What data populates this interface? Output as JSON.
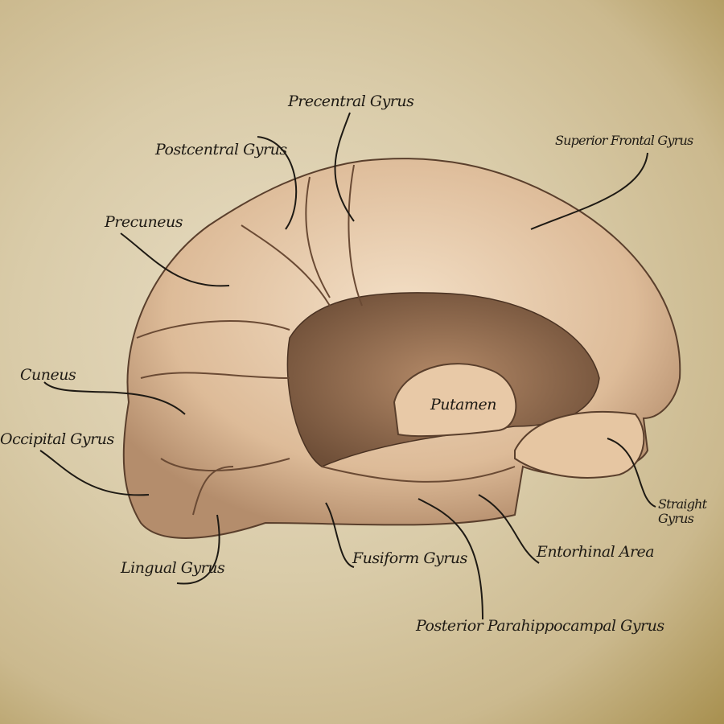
{
  "labels": {
    "precentral": "Precentral Gyrus",
    "postcentral": "Postcentral Gyrus",
    "superior_frontal": "Superior Frontal Gyrus",
    "precuneus": "Precuneus",
    "cuneus": "Cuneus",
    "occipital": "Occipital Gyrus",
    "putamen": "Putamen",
    "straight": "Straight Gyrus",
    "entorhinal": "Entorhinal Area",
    "fusiform": "Fusiform Gyrus",
    "lingual": "Lingual Gyrus",
    "posterior_parahippocampal": "Posterior Parahippocampal Gyrus"
  },
  "colors": {
    "brain": "#e3c6a4",
    "brain_shadow": "#8a6a4e",
    "background": "#d9cba8",
    "ink": "#1e1a14"
  }
}
